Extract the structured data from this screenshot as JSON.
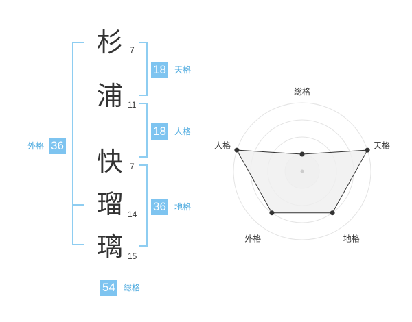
{
  "colors": {
    "bracket": "#8ecdf1",
    "badge": "#7ec4f0",
    "label": "#4daadf",
    "text": "#333333",
    "radar_ring": "#e4e4e4",
    "radar_fill": "#efefef",
    "radar_line": "#333333"
  },
  "name": {
    "characters": [
      {
        "char": "杉",
        "strokes": "7"
      },
      {
        "char": "浦",
        "strokes": "11"
      },
      {
        "char": "快",
        "strokes": "7"
      },
      {
        "char": "瑠",
        "strokes": "14"
      },
      {
        "char": "璃",
        "strokes": "15"
      }
    ]
  },
  "fortunes": {
    "tenkaku": {
      "value": "18",
      "label": "天格"
    },
    "jinkaku": {
      "value": "18",
      "label": "人格"
    },
    "chikaku": {
      "value": "36",
      "label": "地格"
    },
    "gaikaku": {
      "value": "36",
      "label": "外格"
    },
    "soukaku": {
      "value": "54",
      "label": "総格"
    }
  },
  "chart_data": {
    "type": "radar",
    "axes": [
      "総格",
      "天格",
      "地格",
      "外格",
      "人格"
    ],
    "values": [
      1,
      4,
      3,
      3,
      4
    ],
    "max": 4,
    "rings": 4
  }
}
